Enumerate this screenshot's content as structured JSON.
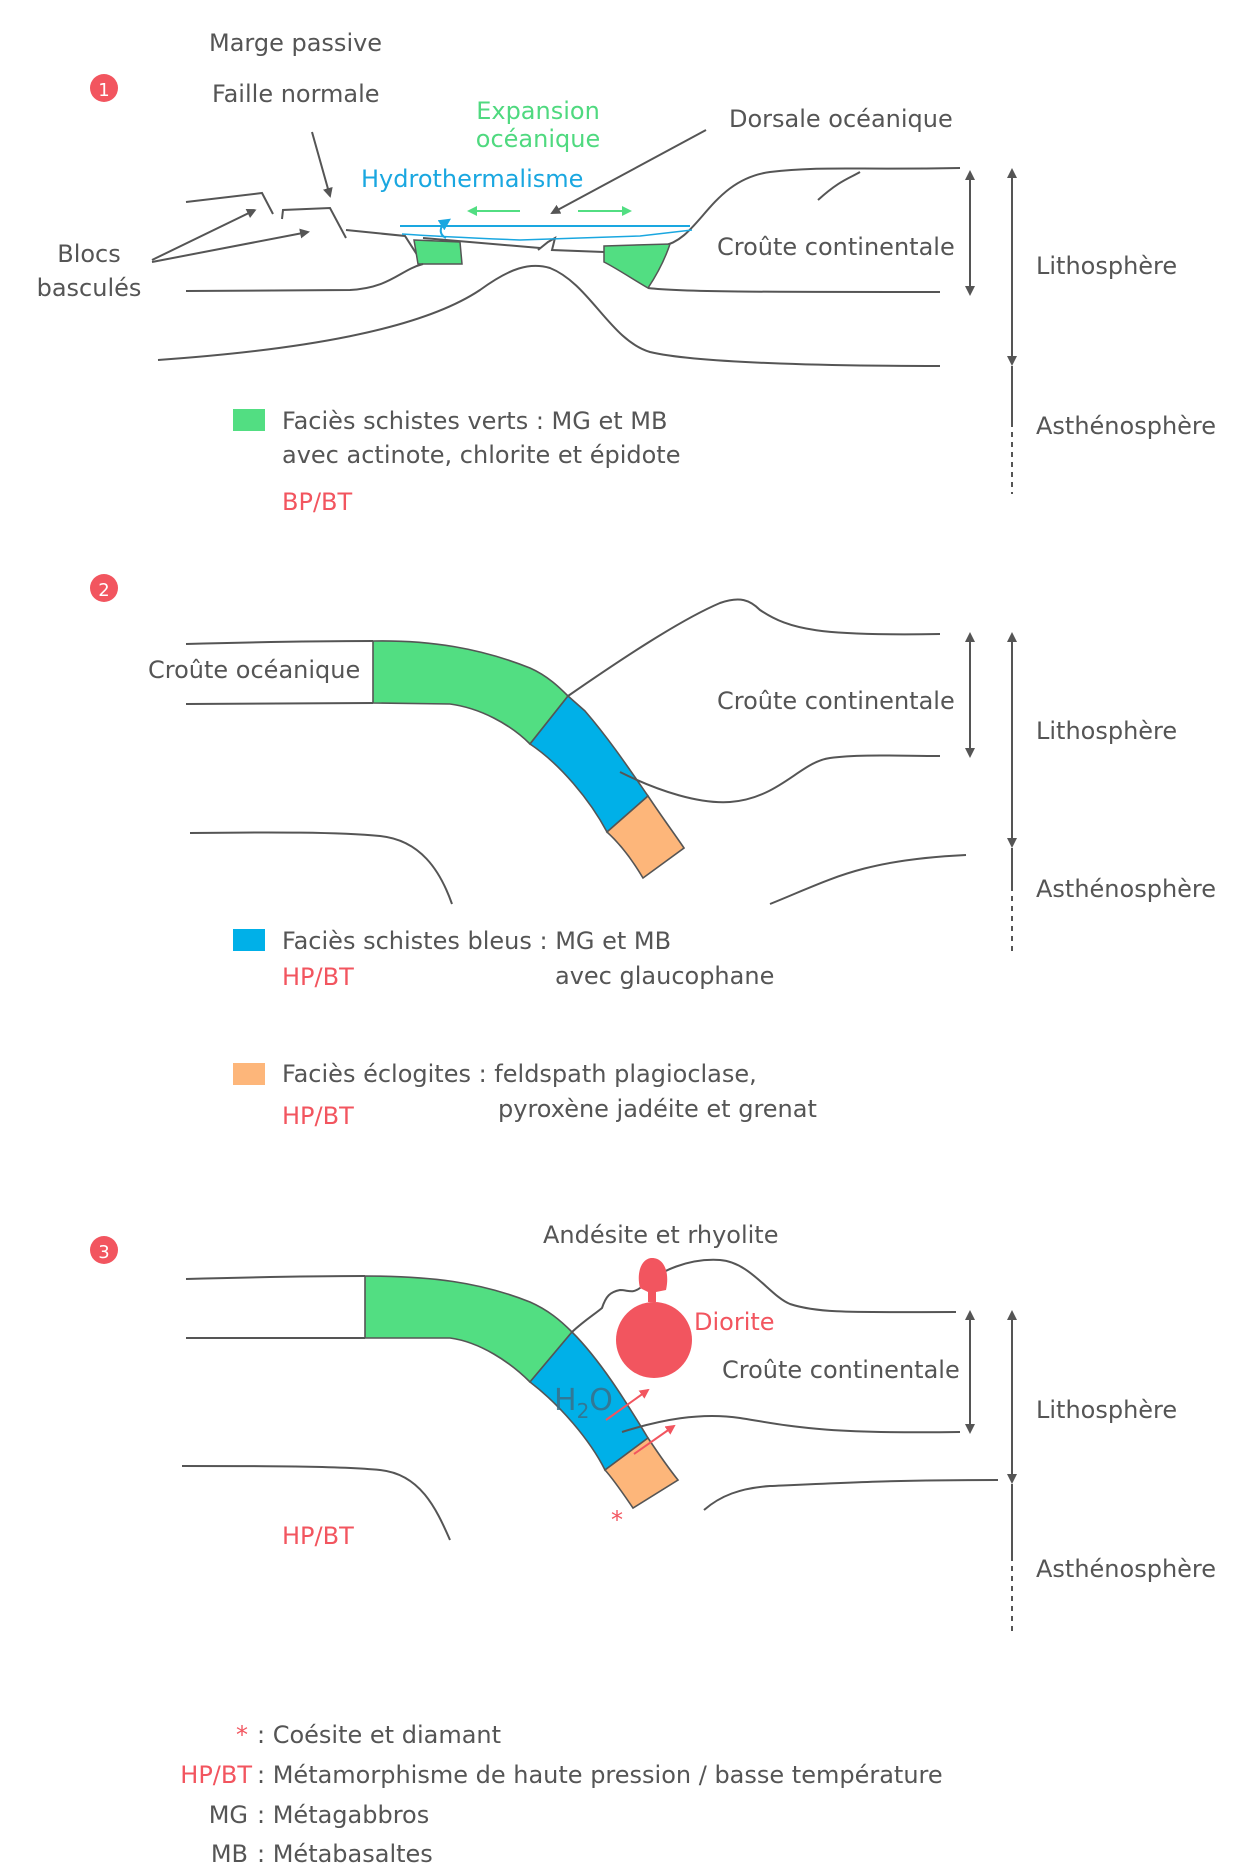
{
  "colors": {
    "green": "#52de82",
    "blue": "#00b0e8",
    "orange": "#fdb67a",
    "red": "#f2555f",
    "hydro": "#1aa7e0",
    "line": "#555555"
  },
  "stage1": {
    "number": "1",
    "marge_passive": "Marge passive",
    "faille_normale": "Faille normale",
    "expansion_l1": "Expansion",
    "expansion_l2": "océanique",
    "dorsale": "Dorsale océanique",
    "hydrothermalisme": "Hydrothermalisme",
    "blocs_l1": "Blocs",
    "blocs_l2": "basculés",
    "croute_continentale": "Croûte continentale",
    "lithosphere": "Lithosphère",
    "asthenosphere": "Asthénosphère",
    "legend_l1": "Faciès schistes verts : MG et MB",
    "legend_l2": "avec actinote, chlorite et épidote",
    "condition": "BP/BT"
  },
  "stage2": {
    "number": "2",
    "croute_oceanique": "Croûte océanique",
    "croute_continentale": "Croûte continentale",
    "lithosphere": "Lithosphère",
    "asthenosphere": "Asthénosphère",
    "legend_blue_l1": "Faciès schistes bleus : MG et MB",
    "legend_blue_l2": "avec glaucophane",
    "legend_blue_cond": "HP/BT",
    "legend_orange_l1": "Faciès éclogites : feldspath plagioclase,",
    "legend_orange_l2": "pyroxène jadéite et grenat",
    "legend_orange_cond": "HP/BT"
  },
  "stage3": {
    "number": "3",
    "andesite": "Andésite et rhyolite",
    "diorite": "Diorite",
    "croute_continentale": "Croûte continentale",
    "lithosphere": "Lithosphère",
    "asthenosphere": "Asthénosphère",
    "h2o": "H",
    "h2o_sub": "2",
    "h2o_o": "O",
    "star": "*",
    "condition": "HP/BT"
  },
  "glossary": {
    "star_sym": "*",
    "star_text": ": Coésite et diamant",
    "hpbt_sym": "HP/BT",
    "hpbt_text": ": Métamorphisme de haute pression / basse température",
    "mg_sym": "MG",
    "mg_text": ": Métagabbros",
    "mb_sym": "MB",
    "mb_text": ": Métabasaltes"
  }
}
